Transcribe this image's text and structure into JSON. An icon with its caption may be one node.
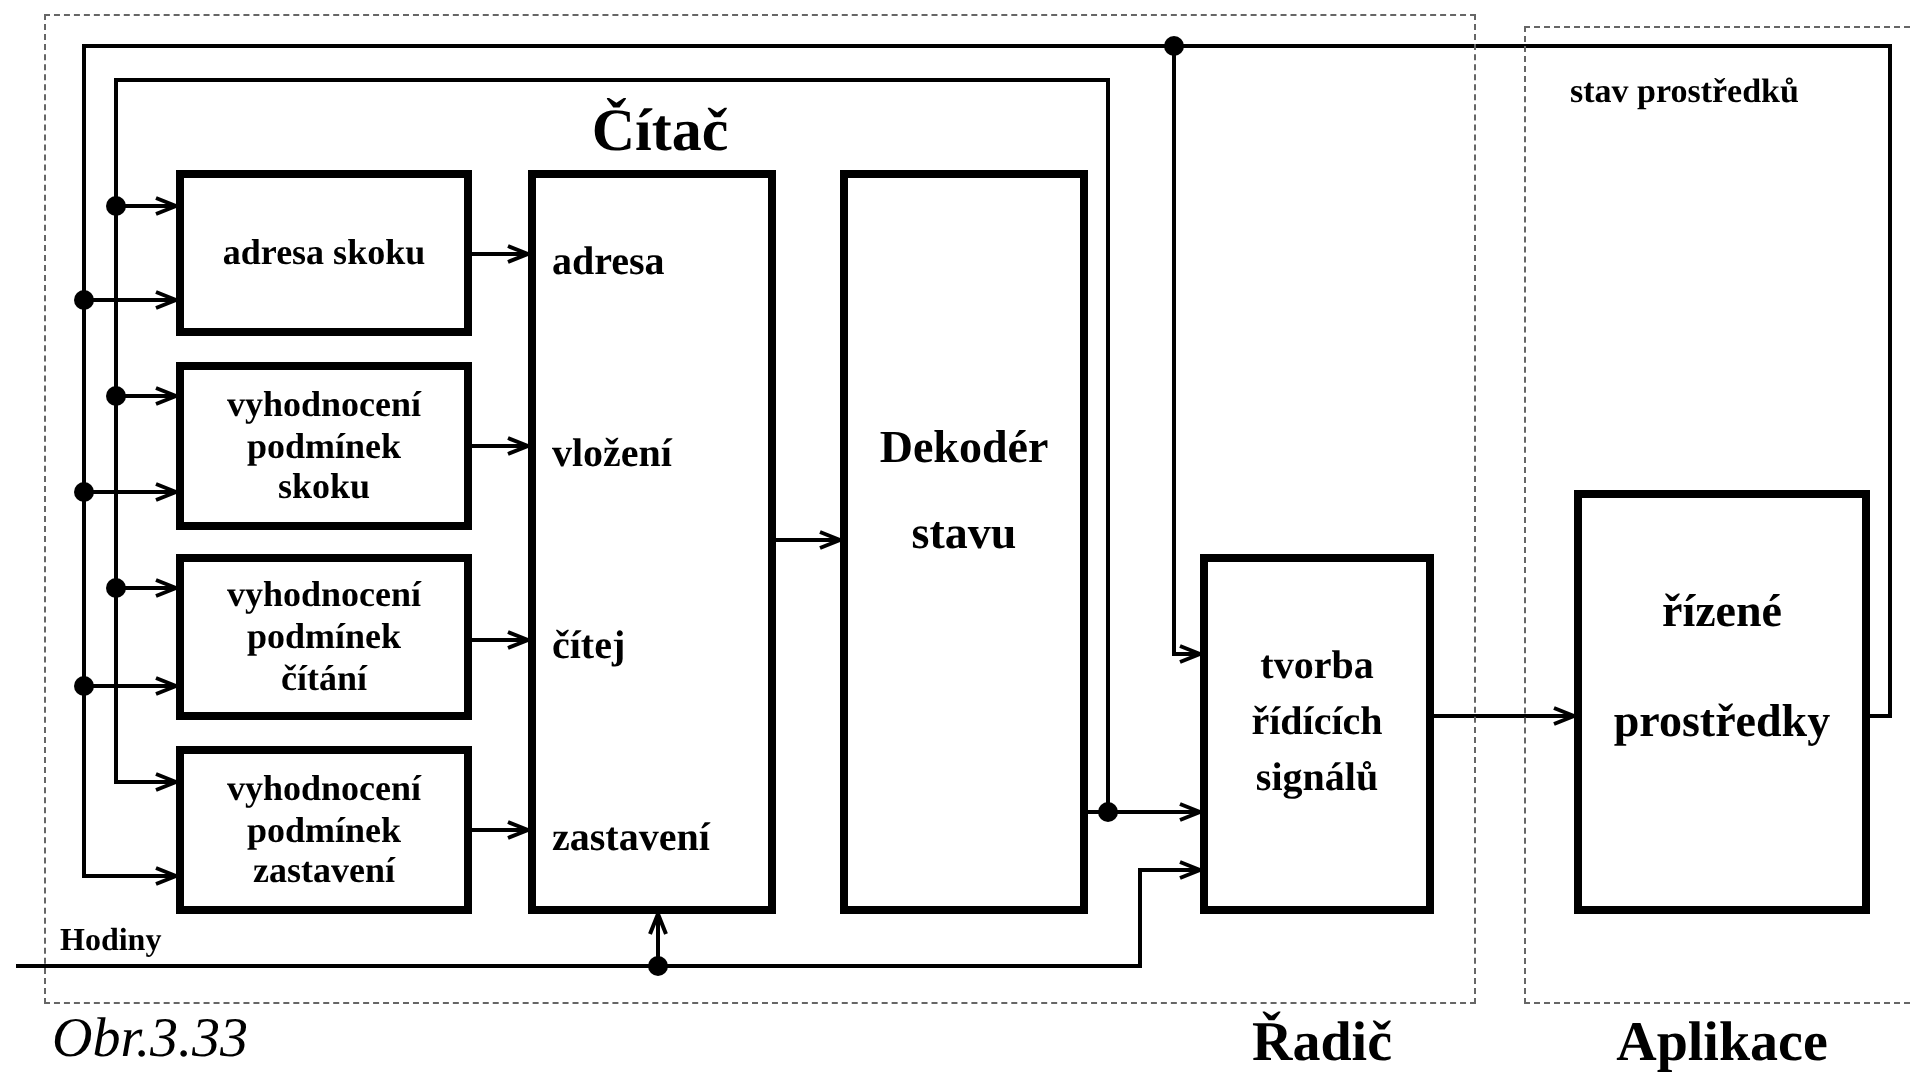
{
  "diagram": {
    "caption": "Obr.3.33",
    "nodes": [
      {
        "text": [
          "Řadič"
        ]
      },
      {
        "text": [
          "adresa skoku"
        ],
        "in": 0
      },
      {
        "text": [
          "vyhodnocení podmínek skoku"
        ],
        "in": 0
      },
      {
        "text": [
          "vyhodnocení podmínek čítání"
        ],
        "in": 0
      },
      {
        "text": [
          "vyhodnocení podmínek zastavení"
        ],
        "in": 0
      },
      {
        "text": [
          "Čítač",
          "adresa",
          "vložení",
          "čítej",
          "zastavení"
        ],
        "in": 0
      },
      {
        "text": [
          "Dekodér stavu"
        ],
        "in": 0
      },
      {
        "text": [
          "tvorba řídících signálů"
        ],
        "in": 0
      },
      {
        "text": [
          "Aplikace"
        ]
      },
      {
        "text": [
          "řízené prostředky"
        ],
        "in": 8
      }
    ],
    "edges": [
      {
        "from": 1,
        "to": 5,
        "arrow": "to"
      },
      {
        "from": 2,
        "to": 5,
        "arrow": "to"
      },
      {
        "from": 3,
        "to": 5,
        "arrow": "to"
      },
      {
        "from": 4,
        "to": 5,
        "arrow": "to"
      },
      {
        "from": 5,
        "to": 6,
        "arrow": "to"
      },
      {
        "from": 6,
        "to": 7,
        "arrow": "to"
      },
      {
        "from": 6,
        "to": 1,
        "arrow": "to"
      },
      {
        "from": 6,
        "to": 2,
        "arrow": "to"
      },
      {
        "from": 6,
        "to": 3,
        "arrow": "to"
      },
      {
        "from": 6,
        "to": 4,
        "arrow": "to"
      },
      {
        "from": 7,
        "to": 9,
        "arrow": "to"
      },
      {
        "from": 9,
        "to": 1,
        "arrow": "to"
      },
      {
        "from": 9,
        "to": 2,
        "arrow": "to"
      },
      {
        "from": 9,
        "to": 3,
        "arrow": "to"
      },
      {
        "from": 9,
        "to": 4,
        "arrow": "to"
      },
      {
        "from": 9,
        "to": 7,
        "arrow": "to",
        "label": "stav prostředků"
      },
      {
        "from": null,
        "to": 5,
        "arrow": "to"
      },
      {
        "from": null,
        "to": 7,
        "arrow": "to"
      }
    ],
    "labels": [
      "Hodiny"
    ]
  }
}
